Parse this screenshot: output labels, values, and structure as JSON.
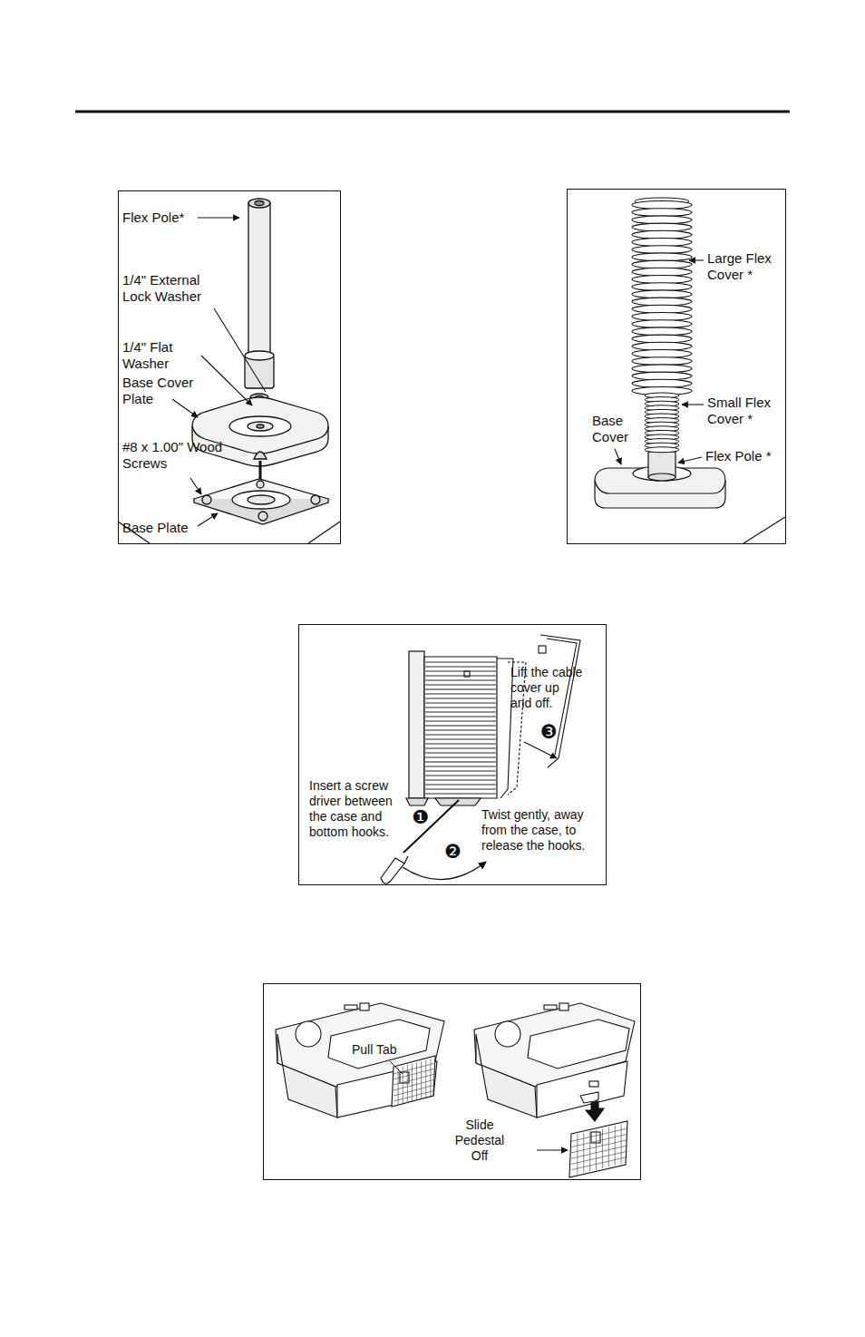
{
  "diagram": {
    "labels": [
      "Flex Pole*",
      "1/4\" External Lock Washer",
      "1/4\" Flat Washer",
      "Base Cover Plate",
      "#8 x 1.00\" Wood Screws",
      "Base Plate",
      "Large Flex Cover *",
      "Small Flex Cover *",
      "Base Cover",
      "Flex Pole *",
      "Lift the cable cover up and off.",
      "❸",
      "Insert a screw driver between the case and bottom hooks.",
      "❶",
      "Twist gently, away from the case, to release the hooks.",
      "❷",
      "Pull Tab",
      "Slide Pedestal Off"
    ]
  }
}
